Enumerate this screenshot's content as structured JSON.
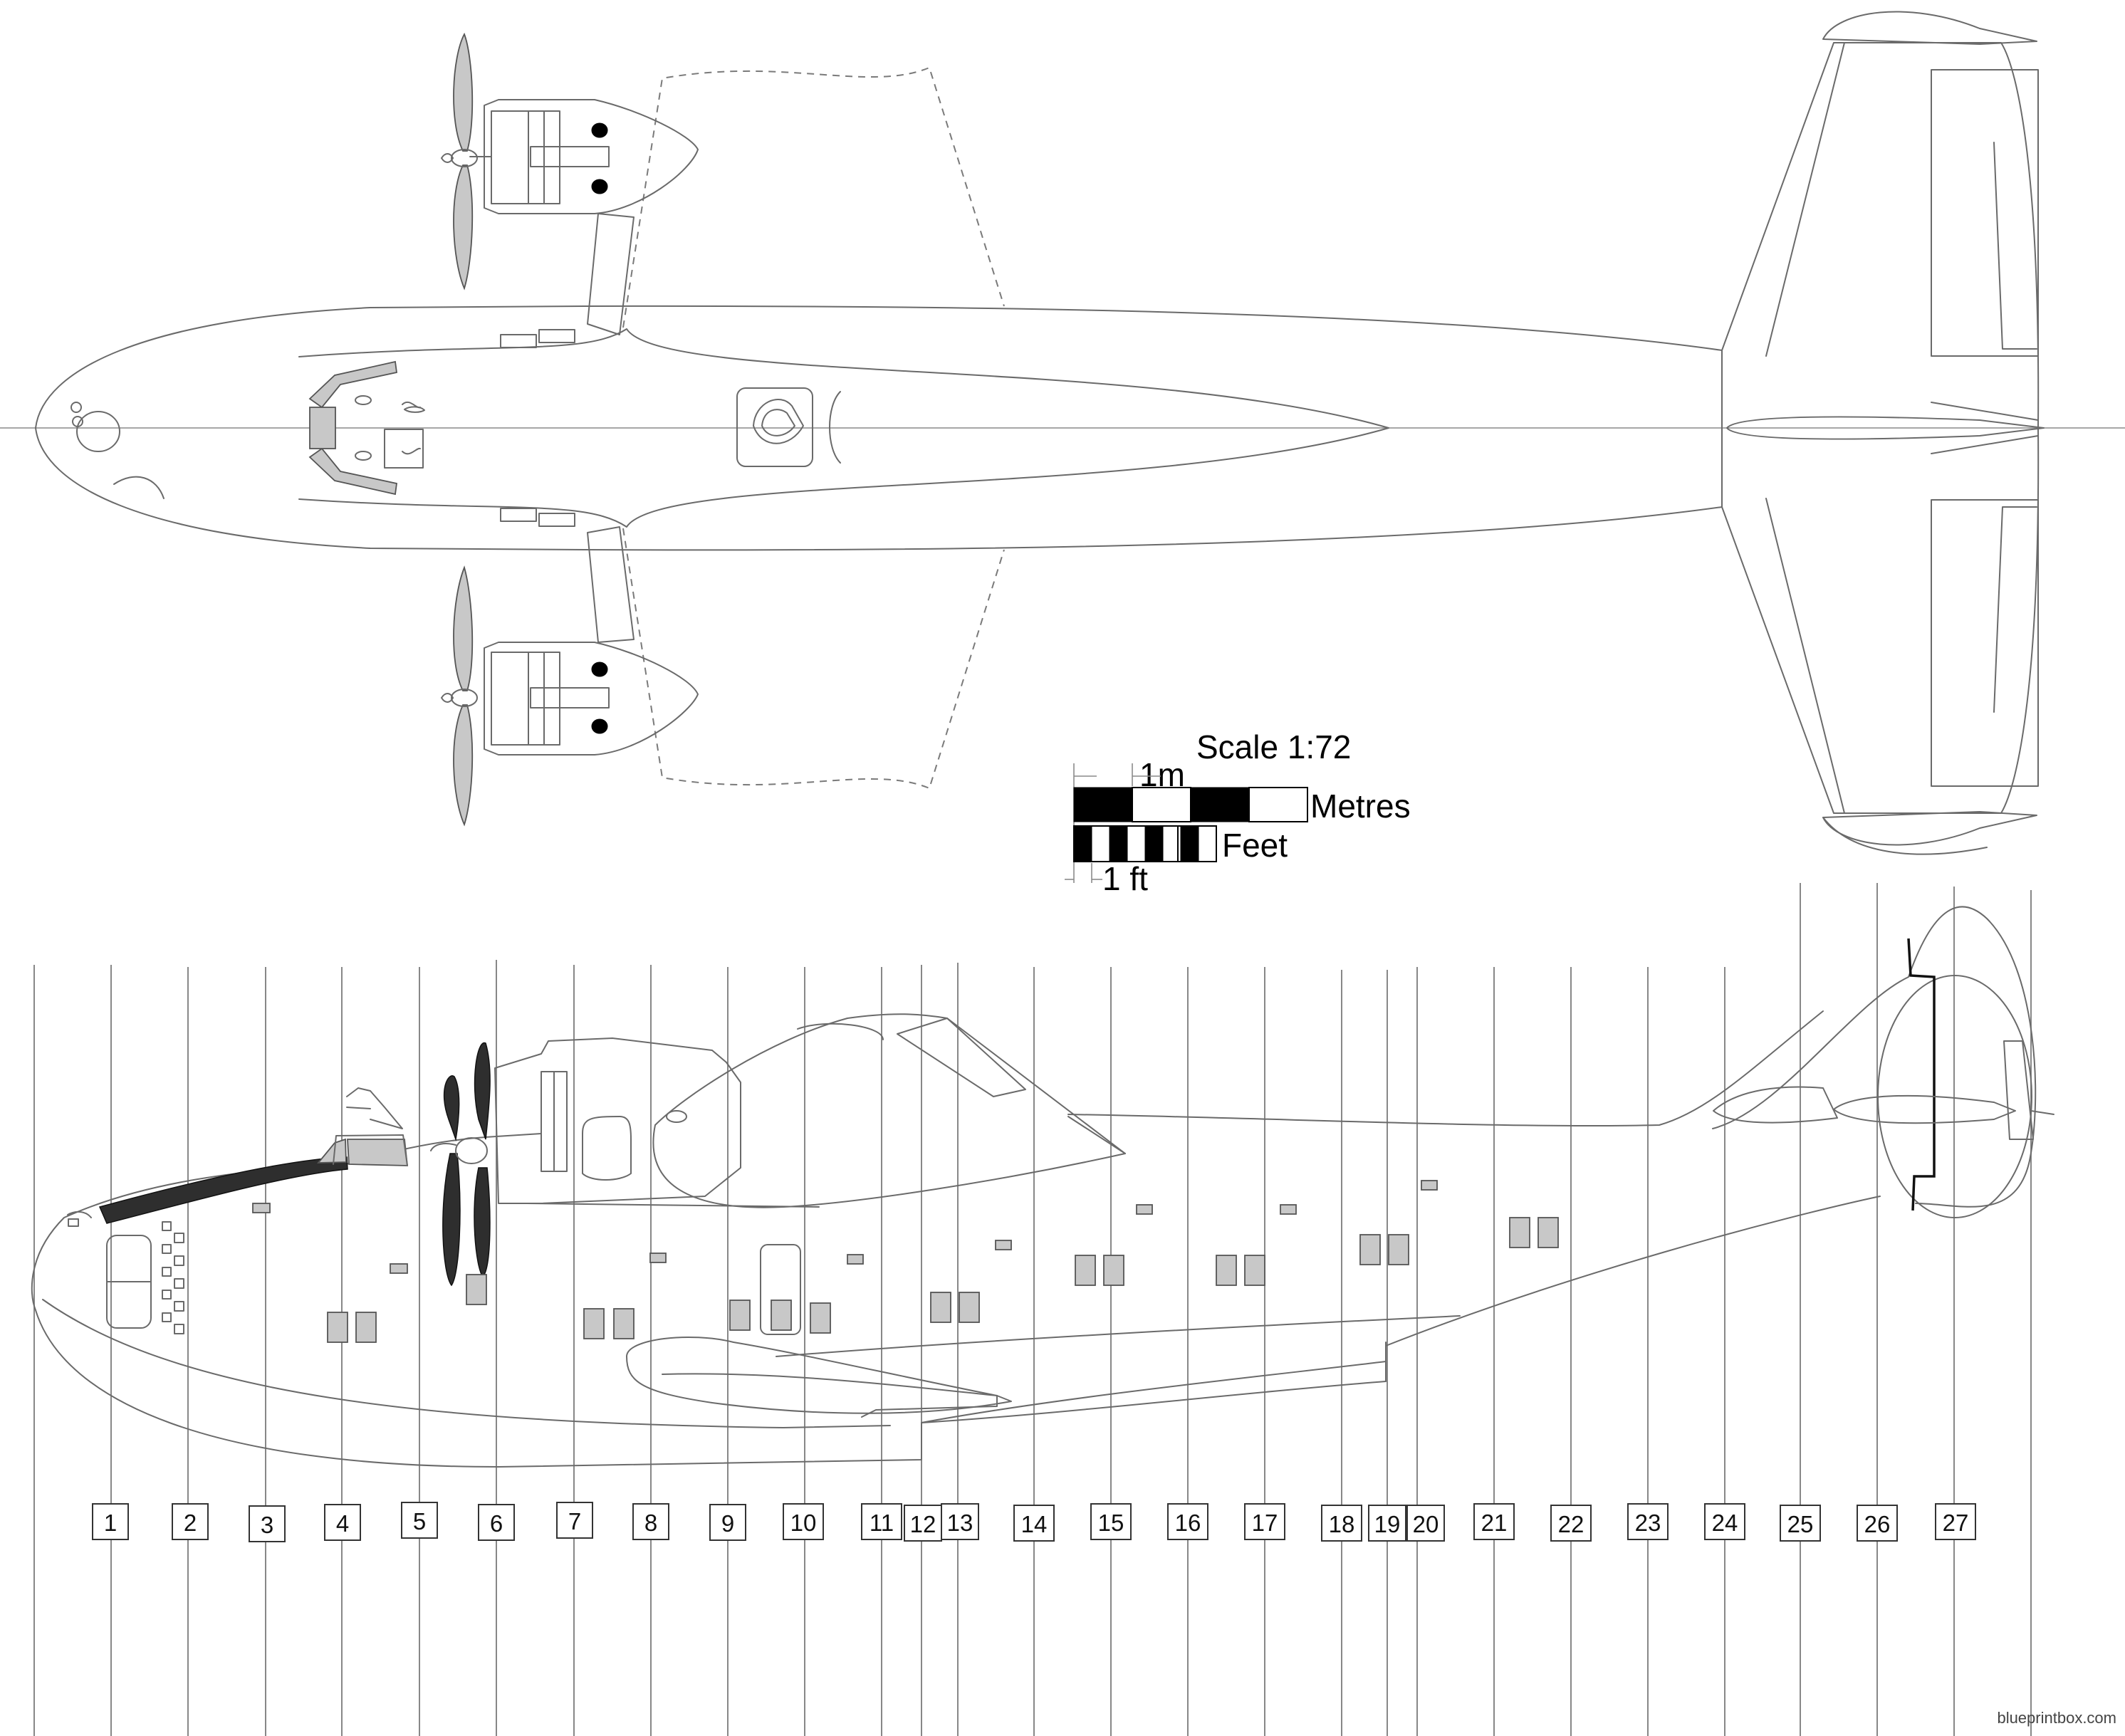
{
  "scale": {
    "title": "Scale 1:72",
    "metre_mark": "1m",
    "metres_label": "Metres",
    "feet_label": "Feet",
    "foot_mark": "1 ft"
  },
  "stations": [
    "1",
    "2",
    "3",
    "4",
    "5",
    "6",
    "7",
    "8",
    "9",
    "10",
    "11",
    "12",
    "13",
    "14",
    "15",
    "16",
    "17",
    "18",
    "19",
    "20",
    "21",
    "22",
    "23",
    "24",
    "25",
    "26",
    "27"
  ],
  "credit": "blueprintbox.com"
}
